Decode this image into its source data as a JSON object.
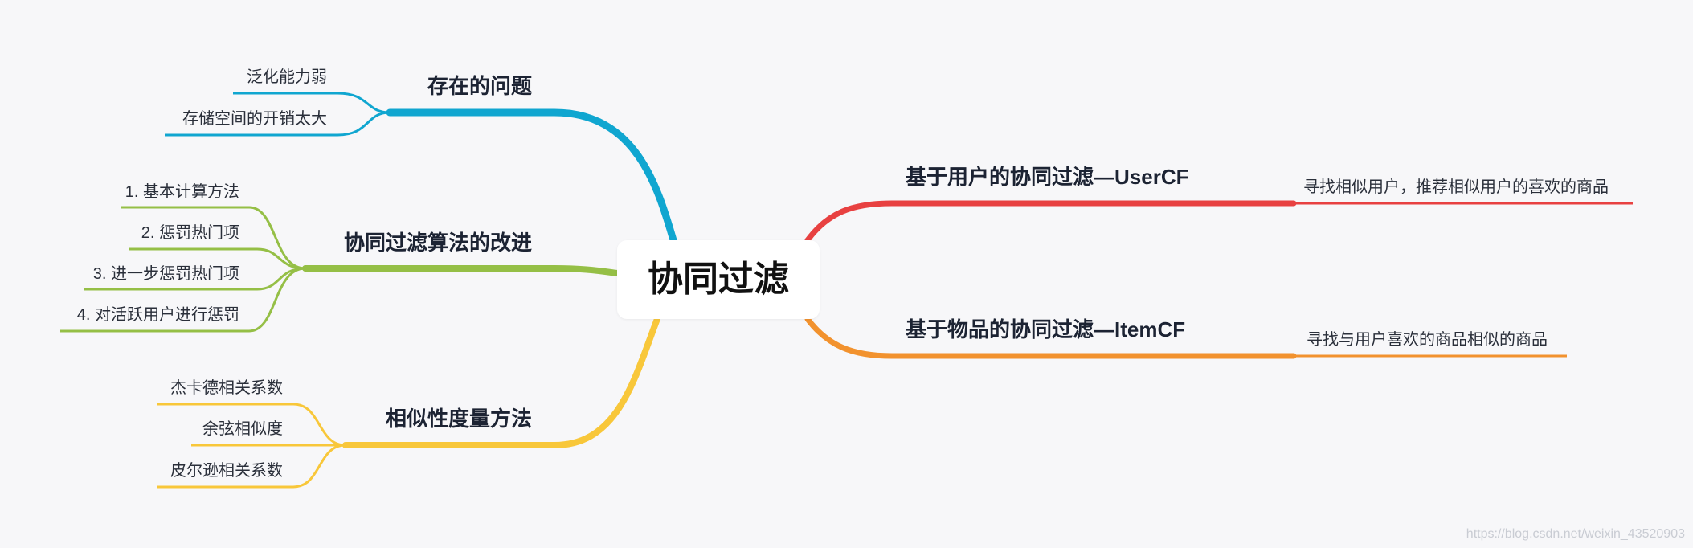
{
  "root": {
    "label": "协同过滤"
  },
  "branches": {
    "problems": {
      "label": "存在的问题",
      "color": "#10a6d0",
      "children": [
        "泛化能力弱",
        "存储空间的开销太大"
      ]
    },
    "improvements": {
      "label": "协同过滤算法的改进",
      "color": "#95bf46",
      "children": [
        "1. 基本计算方法",
        "2. 惩罚热门项",
        "3. 进一步惩罚热门项",
        "4. 对活跃用户进行惩罚"
      ]
    },
    "similarity": {
      "label": "相似性度量方法",
      "color": "#f8c73a",
      "children": [
        "杰卡德相关系数",
        "余弦相似度",
        "皮尔逊相关系数"
      ]
    },
    "usercf": {
      "label": "基于用户的协同过滤—UserCF",
      "color": "#e84141",
      "children": [
        "寻找相似用户，推荐相似用户的喜欢的商品"
      ]
    },
    "itemcf": {
      "label": "基于物品的协同过滤—ItemCF",
      "color": "#f2922e",
      "children": [
        "寻找与用户喜欢的商品相似的商品"
      ]
    }
  },
  "watermark": "https://blog.csdn.net/weixin_43520903"
}
